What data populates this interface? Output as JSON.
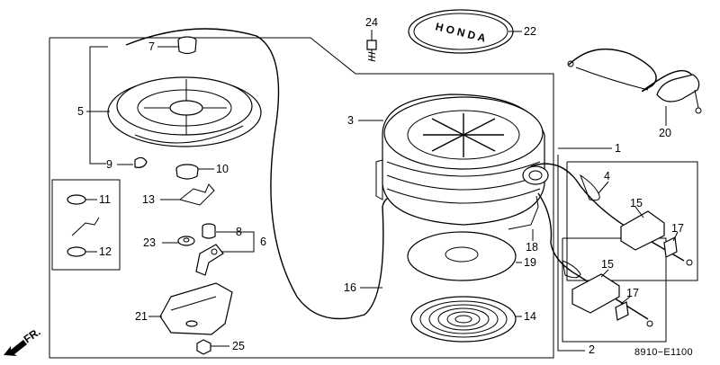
{
  "callouts": {
    "c1": "1",
    "c2": "2",
    "c3": "3",
    "c4": "4",
    "c5": "5",
    "c6": "6",
    "c7": "7",
    "c8": "8",
    "c9": "9",
    "c10": "10",
    "c11": "11",
    "c12": "12",
    "c13": "13",
    "c14": "14",
    "c15a": "15",
    "c15b": "15",
    "c16": "16",
    "c17a": "17",
    "c17b": "17",
    "c18": "18",
    "c19": "19",
    "c20": "20",
    "c21": "21",
    "c22": "22",
    "c23": "23",
    "c24": "24",
    "c25": "25"
  },
  "cover_lettering": "H O N D A",
  "front_marker": "FR.",
  "diagram_code": "8910−E1100"
}
